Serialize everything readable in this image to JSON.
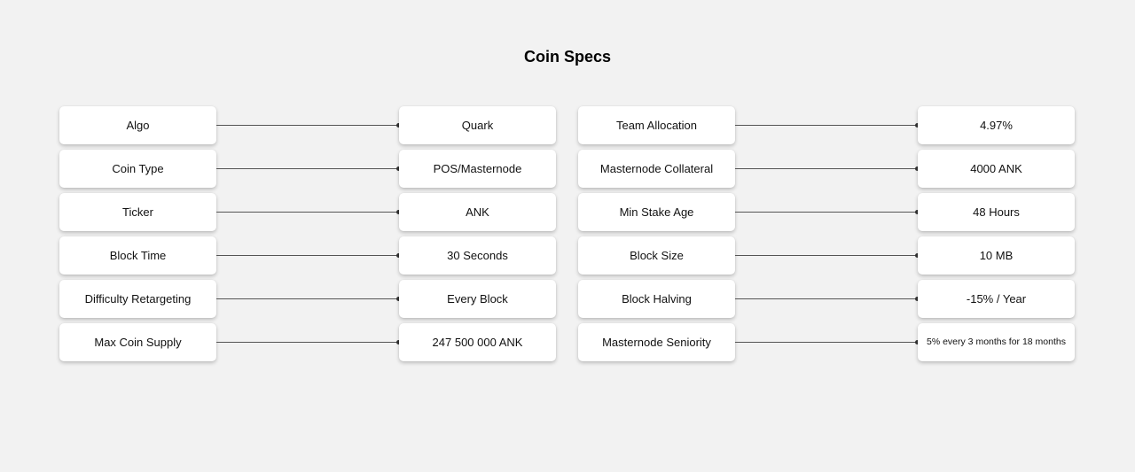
{
  "title": "Coin Specs",
  "left_specs": [
    {
      "label": "Algo",
      "value": "Quark"
    },
    {
      "label": "Coin Type",
      "value": "POS/Masternode"
    },
    {
      "label": "Ticker",
      "value": "ANK"
    },
    {
      "label": "Block Time",
      "value": "30 Seconds"
    },
    {
      "label": "Difficulty Retargeting",
      "value": "Every Block"
    },
    {
      "label": "Max Coin Supply",
      "value": "247 500 000 ANK"
    }
  ],
  "right_specs": [
    {
      "label": "Team Allocation",
      "value": "4.97%"
    },
    {
      "label": "Masternode Collateral",
      "value": "4000 ANK"
    },
    {
      "label": "Min Stake Age",
      "value": "48 Hours"
    },
    {
      "label": "Block Size",
      "value": "10 MB"
    },
    {
      "label": "Block Halving",
      "value": "-15% / Year"
    },
    {
      "label": "Masternode Seniority",
      "value": "5% every 3 months for 18 months"
    }
  ]
}
